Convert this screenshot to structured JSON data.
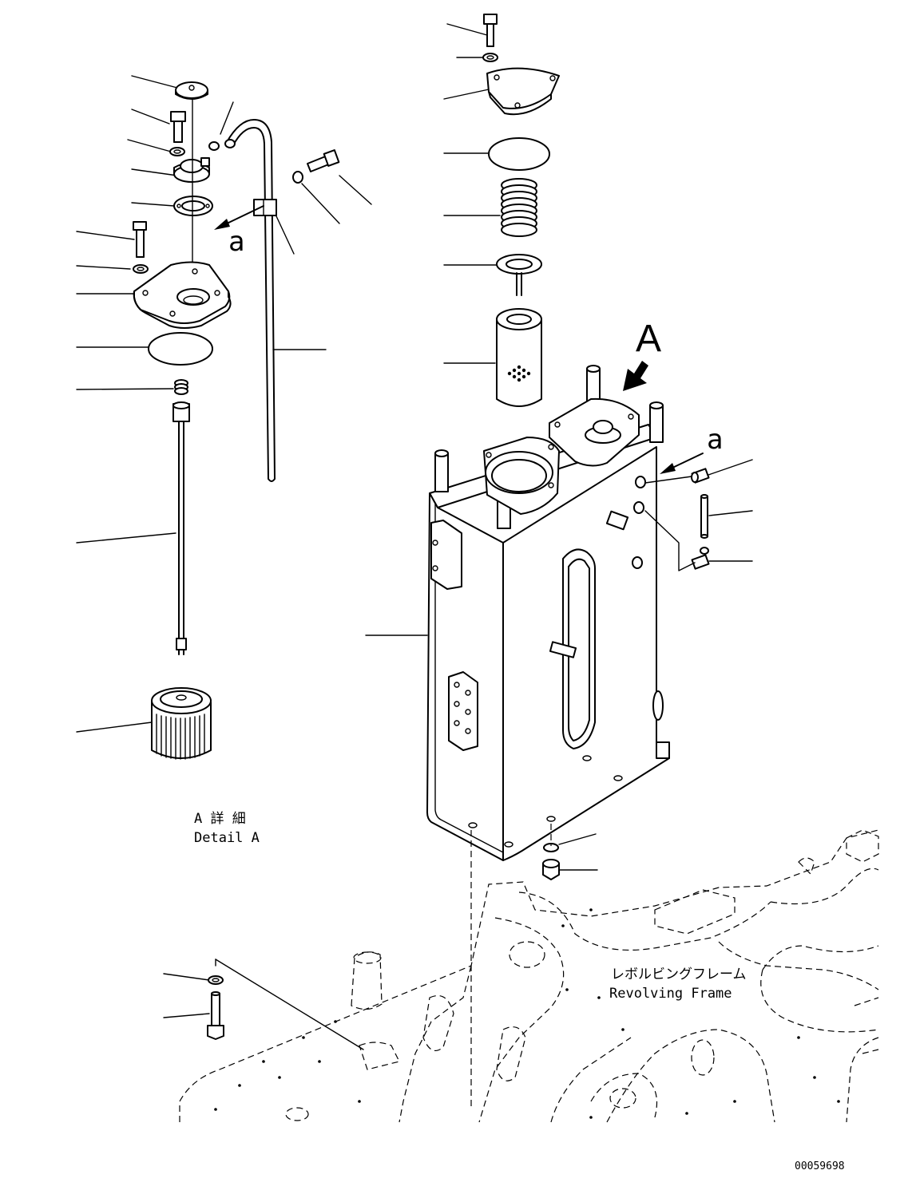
{
  "labels": {
    "view_letter": "A",
    "arrow_ref_left": "a",
    "arrow_ref_right": "a",
    "detail_jp": "A 詳 細",
    "detail_en": "Detail A",
    "frame_jp": "レボルビングフレーム",
    "frame_en": "Revolving Frame",
    "drawing_no": "00059698"
  }
}
